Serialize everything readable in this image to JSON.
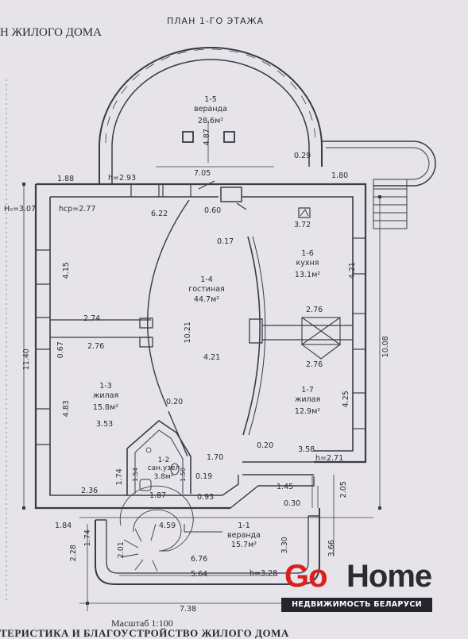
{
  "header_left": "Н ЖИЛОГО ДОМА",
  "plan_title": "ПЛАН 1-ГО ЭТАЖА",
  "scale": "Масштаб 1:100",
  "footer_cut": "ТЕРИСТИКА И БЛАГОУСТРОЙСТВО ЖИЛОГО ДОМА",
  "rooms": {
    "r15": {
      "num": "1-5",
      "name": "веранда",
      "area": "28.6м²"
    },
    "r14": {
      "num": "1-4",
      "name": "гостиная",
      "area": "44.7м²"
    },
    "r16": {
      "num": "1-6",
      "name": "кухня",
      "area": "13.1м²"
    },
    "r13": {
      "num": "1-3",
      "name": "жилая",
      "area": "15.8м²"
    },
    "r17": {
      "num": "1-7",
      "name": "жилая",
      "area": "12.9м²"
    },
    "r12": {
      "num": "1-2",
      "name": "сан.узел",
      "area": "3.8м²"
    },
    "r11": {
      "num": "1-1",
      "name": "веранда",
      "area": "15.7м²"
    }
  },
  "dims": {
    "d487": "4.87",
    "d029": "0.29",
    "d188": "1.88",
    "h293": "h=2.93",
    "d705": "7.05",
    "d180": "1.80",
    "h307": "H₀=3.07",
    "h277": "hср=2.77",
    "d622": "6.22",
    "d060": "0.60",
    "d372": "3.72",
    "d017": "0.17",
    "d415": "4.15",
    "d421a": "4.21",
    "d274": "2.74",
    "d276a": "2.76",
    "d067": "0.67",
    "d276b": "2.76",
    "d1021": "10.21",
    "d421b": "4.21",
    "d276c": "2.76",
    "d276d": "2.76",
    "d1140": "11.40",
    "d1008": "10.08",
    "d483": "4.83",
    "d353": "3.53",
    "d020a": "0.20",
    "d425": "4.25",
    "d020b": "0.20",
    "d358": "3.58",
    "h271": "h=2.71",
    "d170": "1.70",
    "d174a": "1.74",
    "d154": "1.54",
    "d150": "1.50",
    "d019": "0.19",
    "d236": "2.36",
    "d187": "1.87",
    "d093": "0.93",
    "d145": "1.45",
    "d205": "2.05",
    "d030": "0.30",
    "d184": "1.84",
    "d174b": "1.74",
    "d459": "4.59",
    "d228": "2.28",
    "d201": "2.01",
    "d330": "3.30",
    "d366": "3.66",
    "d676": "6.76",
    "d564": "5.64",
    "h328": "h=3.28",
    "d738": "7.38"
  },
  "logo": {
    "part1": "Go",
    "part2": "Home",
    "tagline": "НЕДВИЖИМОСТЬ БЕЛАРУСИ"
  },
  "colors": {
    "wall": "#3a3a48",
    "paper": "#e6e4e9",
    "logo_red": "#d8201f",
    "logo_dark": "#252530"
  }
}
